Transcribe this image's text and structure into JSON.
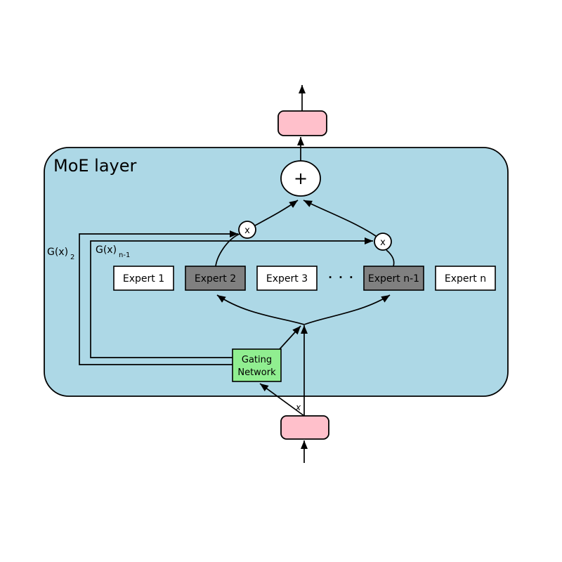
{
  "colors": {
    "moe_bg": "#add8e6",
    "io_block": "#ffc0cb",
    "gating_block": "#90ee90",
    "expert_default": "#ffffff",
    "expert_active": "#808080",
    "node_fill": "#ffffff",
    "line": "#000000"
  },
  "moe_layer": {
    "title": "MoE layer"
  },
  "io": {
    "input_label": "x"
  },
  "operators": {
    "sum": "+",
    "multiply": "x"
  },
  "experts": {
    "items": [
      {
        "label": "Expert 1",
        "active": false
      },
      {
        "label": "Expert 2",
        "active": true
      },
      {
        "label": "Expert 3",
        "active": false
      },
      {
        "label": "Expert n-1",
        "active": true
      },
      {
        "label": "Expert n",
        "active": false
      }
    ],
    "ellipsis": "· · ·"
  },
  "gating": {
    "label_line1": "Gating",
    "label_line2": "Network"
  },
  "gate_outputs": [
    {
      "base": "G(x)",
      "sub": "2"
    },
    {
      "base": "G(x)",
      "sub": "n-1"
    }
  ]
}
